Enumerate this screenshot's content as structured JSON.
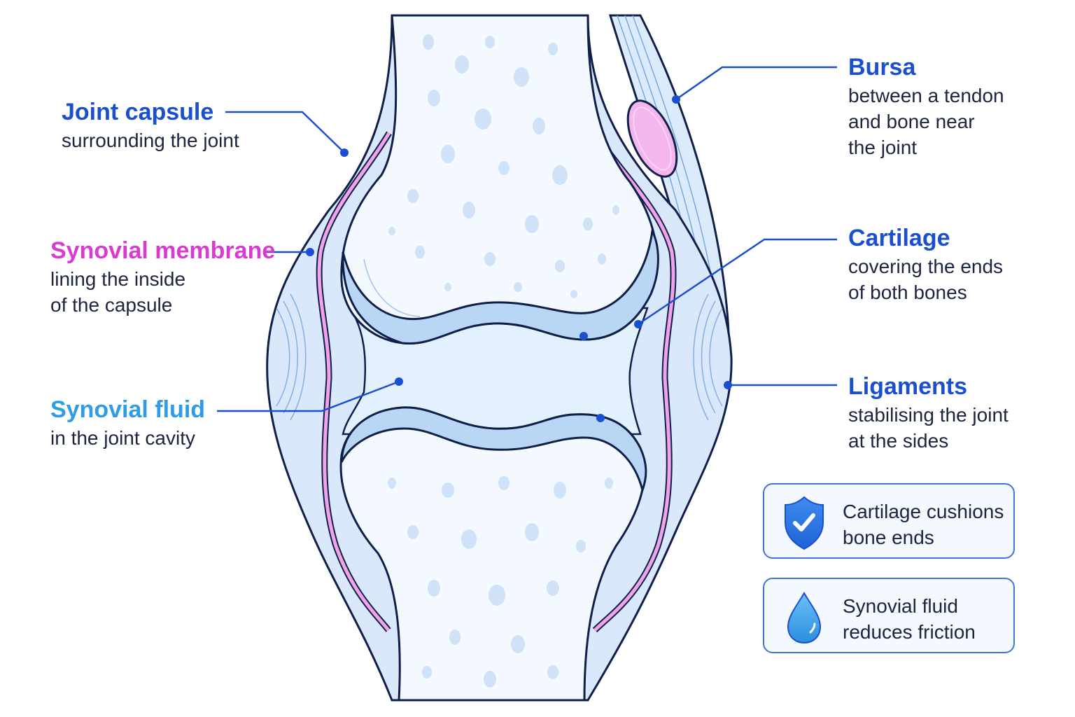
{
  "colors": {
    "capsule_blue": "#1a4fd0",
    "membrane_magenta": "#d93ad0",
    "fluid_blue": "#2e9ce6",
    "outline": "#0f1f4a",
    "capsule_fill": "#cfe3fa",
    "cartilage_fill": "#b9d6f5",
    "bursa_fill": "#f5b6ee"
  },
  "labels": {
    "joint_capsule": {
      "title": "Joint capsule",
      "desc": "surrounding the joint"
    },
    "synovial_membrane": {
      "title": "Synovial membrane",
      "desc": "lining the inside\nof the capsule"
    },
    "synovial_fluid": {
      "title": "Synovial fluid",
      "desc": "in the joint cavity"
    },
    "bursa": {
      "title": "Bursa",
      "desc": "between a tendon\nand bone near\nthe joint"
    },
    "cartilage": {
      "title": "Cartilage",
      "desc": "covering the ends\nof both bones"
    },
    "ligaments": {
      "title": "Ligaments",
      "desc": "stabilising the joint\nat the sides"
    }
  },
  "cards": [
    {
      "icon": "shield-check-icon",
      "text": "Cartilage cushions\nbone ends"
    },
    {
      "icon": "water-drop-icon",
      "text": "Synovial fluid\nreduces friction"
    }
  ]
}
